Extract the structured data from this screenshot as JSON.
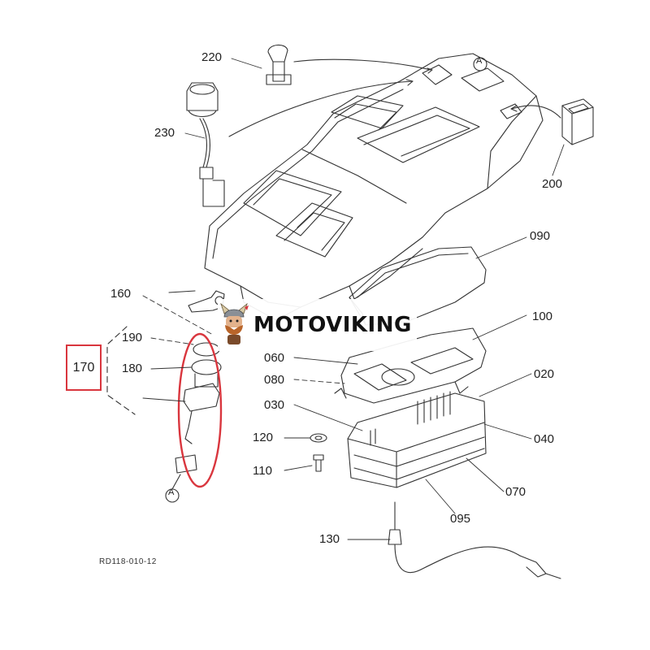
{
  "diagram": {
    "code": "RD118-010-12",
    "callout_marker": "A",
    "highlighted_part": "170",
    "highlight_color": "#d9363e",
    "labels": {
      "p220": "220",
      "p230": "230",
      "p200": "200",
      "p090": "090",
      "p160": "160",
      "p190": "190",
      "p180": "180",
      "p060": "060",
      "p080": "080",
      "p030": "030",
      "p120": "120",
      "p110": "110",
      "p100": "100",
      "p020": "020",
      "p040": "040",
      "p070": "070",
      "p095": "095",
      "p130": "130"
    }
  },
  "watermark": {
    "brand": "MOTOVIKING",
    "mascot_icon": "viking-mascot-icon"
  }
}
